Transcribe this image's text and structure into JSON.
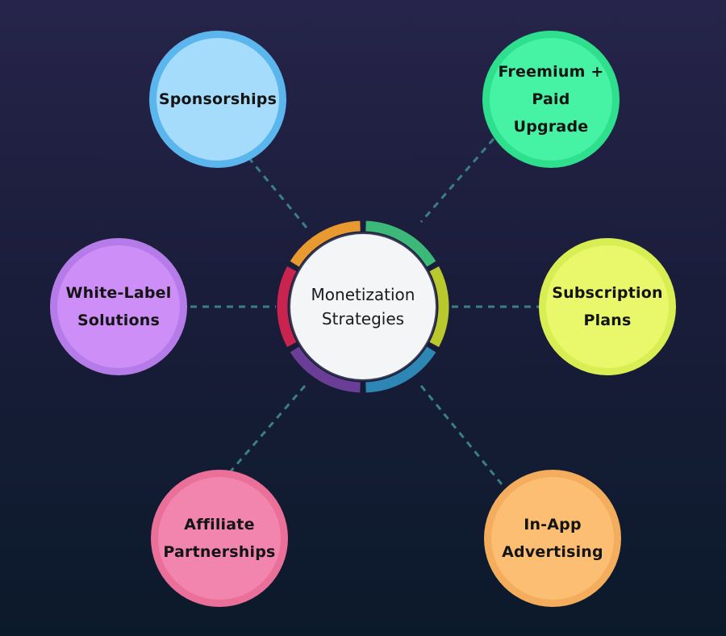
{
  "center": {
    "label": "Monetization\nStrategies"
  },
  "nodes": [
    {
      "id": "sponsorships",
      "label": "Sponsorships",
      "outer": "#5bb6ee",
      "inner": "#a6dcfb"
    },
    {
      "id": "freemium",
      "label": "Freemium +\nPaid\nUpgrade",
      "outer": "#2ee08d",
      "inner": "#46f2a3"
    },
    {
      "id": "white-label",
      "label": "White-Label\nSolutions",
      "outer": "#b57be8",
      "inner": "#cd8ff7"
    },
    {
      "id": "subscription",
      "label": "Subscription\nPlans",
      "outer": "#d8ee52",
      "inner": "#e9f86a"
    },
    {
      "id": "affiliate",
      "label": "Affiliate\nPartnerships",
      "outer": "#ea6f99",
      "inner": "#f285ad"
    },
    {
      "id": "in-app",
      "label": "In-App\nAdvertising",
      "outer": "#f3ad5c",
      "inner": "#fbbe72"
    }
  ],
  "ring_colors": [
    "#3cb878",
    "#b9c82c",
    "#2e86b4",
    "#6a3e96",
    "#c92350",
    "#e89a30"
  ],
  "connector_color": "#3a7f86"
}
